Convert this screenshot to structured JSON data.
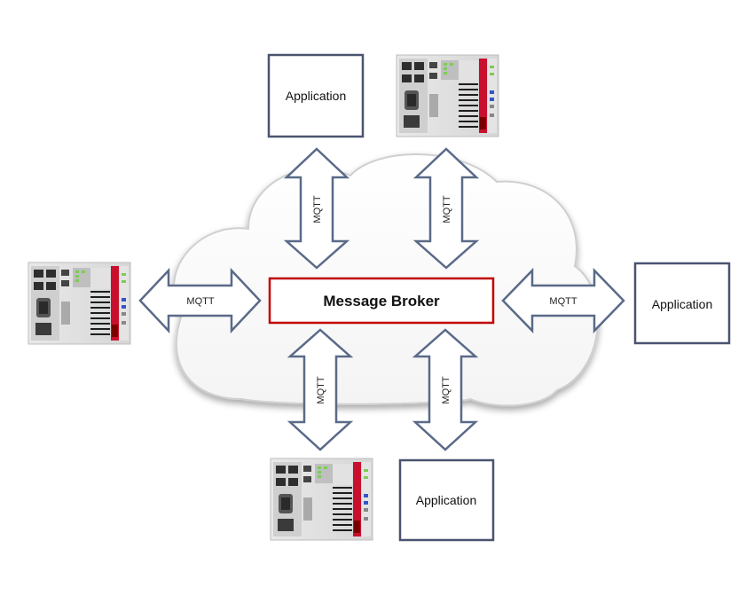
{
  "diagram": {
    "broker": {
      "label": "Message Broker",
      "border_color": "#c00000"
    },
    "arrow_label": "MQTT",
    "app_label": "Application",
    "arrow_color": "#5a6a88",
    "box_color": "#4a5470",
    "device_accent": "#c8102e"
  }
}
